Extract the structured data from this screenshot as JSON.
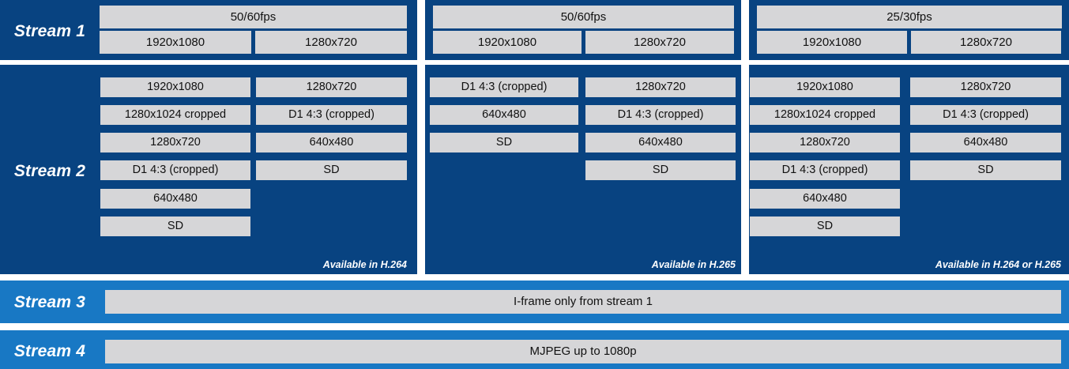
{
  "diagram": {
    "title": "Multi-stream video encoding resolution matrix",
    "colors": {
      "panel_dark_blue": "#084381",
      "panel_light_blue": "#1878c4",
      "box_grey": "#d6d6d8",
      "label_text": "#ffffff",
      "box_text": "#111111",
      "background": "#ffffff"
    }
  },
  "stream1": {
    "label": "Stream 1",
    "columns": [
      {
        "fps": "50/60fps",
        "resolutions": [
          "1920x1080",
          "1280x720"
        ]
      },
      {
        "fps": "50/60fps",
        "resolutions": [
          "1920x1080",
          "1280x720"
        ]
      },
      {
        "fps": "25/30fps",
        "resolutions": [
          "1920x1080",
          "1280x720"
        ]
      }
    ]
  },
  "stream2": {
    "label": "Stream 2",
    "columns": [
      {
        "left_boxes": [
          "1920x1080",
          "1280x1024 cropped",
          "1280x720",
          "D1 4:3 (cropped)",
          "640x480",
          "SD"
        ],
        "right_boxes": [
          "1280x720",
          "D1 4:3 (cropped)",
          "640x480",
          "SD"
        ],
        "available": "Available in H.264"
      },
      {
        "left_boxes": [
          "D1 4:3 (cropped)",
          "640x480",
          "SD"
        ],
        "right_boxes": [
          "1280x720",
          "D1 4:3 (cropped)",
          "640x480",
          "SD"
        ],
        "available": "Available in H.265"
      },
      {
        "left_boxes": [
          "1920x1080",
          "1280x1024 cropped",
          "1280x720",
          "D1 4:3 (cropped)",
          "640x480",
          "SD"
        ],
        "right_boxes": [
          "1280x720",
          "D1 4:3 (cropped)",
          "640x480",
          "SD"
        ],
        "available": "Available in H.264 or H.265"
      }
    ]
  },
  "stream3": {
    "label": "Stream 3",
    "content": "I-frame only from stream 1"
  },
  "stream4": {
    "label": "Stream 4",
    "content": "MJPEG up to 1080p"
  }
}
